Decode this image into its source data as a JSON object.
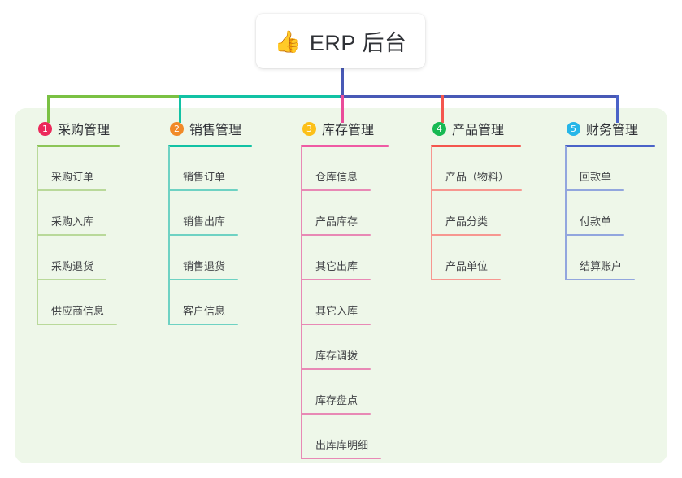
{
  "diagram": {
    "type": "mind-map",
    "background": "#ffffff",
    "panel_color": "#eef7e9",
    "root": {
      "emoji": "👍",
      "emoji_name": "thumbs-up-emoji",
      "title": "ERP 后台"
    },
    "trunk_color": "#4859b6",
    "columns": [
      {
        "index": "1",
        "title": "采购管理",
        "badge_color": "#ec2a5b",
        "line_color": "#7ac143",
        "rule_color": "#8cc557",
        "item_rule_color": "#b9d99a",
        "items": [
          "采购订单",
          "采购入库",
          "采购退货",
          "供应商信息"
        ]
      },
      {
        "index": "2",
        "title": "销售管理",
        "badge_color": "#f18a28",
        "line_color": "#12c2a4",
        "rule_color": "#12c2a4",
        "item_rule_color": "#6ed2c3",
        "items": [
          "销售订单",
          "销售出库",
          "销售退货",
          "客户信息"
        ]
      },
      {
        "index": "3",
        "title": "库存管理",
        "badge_color": "#fcc019",
        "line_color": "#ea4c9a",
        "rule_color": "#ef5ba4",
        "item_rule_color": "#e889b5",
        "items": [
          "仓库信息",
          "产品库存",
          "其它出库",
          "其它入库",
          "库存调拨",
          "库存盘点",
          "出库库明细"
        ]
      },
      {
        "index": "4",
        "title": "产品管理",
        "badge_color": "#17b953",
        "line_color": "#f4564e",
        "rule_color": "#f4564e",
        "item_rule_color": "#f79790",
        "items": [
          "产品（物料）",
          "产品分类",
          "产品单位"
        ]
      },
      {
        "index": "5",
        "title": "财务管理",
        "badge_color": "#26b6e8",
        "line_color": "#4a63c8",
        "rule_color": "#4a63c8",
        "item_rule_color": "#92a6de",
        "items": [
          "回款单",
          "付款单",
          "结算账户"
        ]
      }
    ]
  }
}
